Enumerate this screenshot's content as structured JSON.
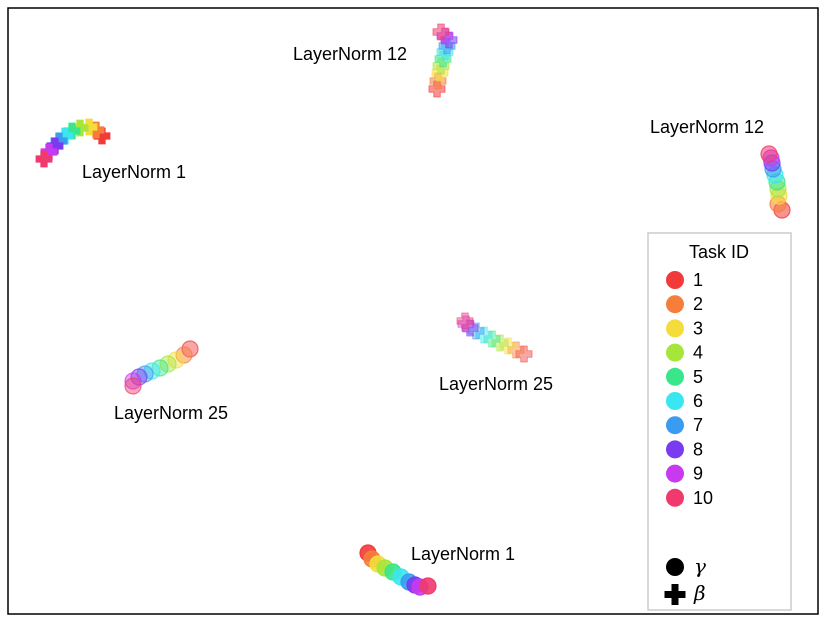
{
  "chart_data": {
    "type": "scatter",
    "title": "",
    "xlabel": "",
    "ylabel": "",
    "grid": false,
    "axes_ticks": false,
    "legend": {
      "title": "Task ID",
      "placement": "right",
      "tasks": [
        {
          "label": "1",
          "color": "#f23a3a"
        },
        {
          "label": "2",
          "color": "#f47e3a"
        },
        {
          "label": "3",
          "color": "#f4dc3a"
        },
        {
          "label": "4",
          "color": "#a6e63a"
        },
        {
          "label": "5",
          "color": "#3ae68a"
        },
        {
          "label": "6",
          "color": "#3ae6f0"
        },
        {
          "label": "7",
          "color": "#3a9cf0"
        },
        {
          "label": "8",
          "color": "#7a3af0"
        },
        {
          "label": "9",
          "color": "#c83af0"
        },
        {
          "label": "10",
          "color": "#f03a6e"
        }
      ],
      "markers": [
        {
          "shape": "circle",
          "label": "γ"
        },
        {
          "shape": "plus",
          "label": "β"
        }
      ]
    },
    "clusters": [
      {
        "label": "LayerNorm 1",
        "marker": "plus",
        "alpha": 1.0,
        "points": [
          [
            102,
            136
          ],
          [
            96,
            130
          ],
          [
            89,
            127
          ],
          [
            80,
            128
          ],
          [
            72,
            131
          ],
          [
            65,
            136
          ],
          [
            59,
            141
          ],
          [
            55,
            146
          ],
          [
            49,
            152
          ],
          [
            44,
            159
          ]
        ]
      },
      {
        "label": "LayerNorm 12",
        "marker": "plus",
        "alpha": 0.55,
        "points": [
          [
            437,
            89
          ],
          [
            438,
            81
          ],
          [
            440,
            73
          ],
          [
            441,
            66
          ],
          [
            443,
            59
          ],
          [
            445,
            52
          ],
          [
            447,
            46
          ],
          [
            449,
            40
          ],
          [
            445,
            36
          ],
          [
            441,
            32
          ]
        ]
      },
      {
        "label": "LayerNorm 12",
        "marker": "circle",
        "alpha": 0.55,
        "points": [
          [
            782,
            210
          ],
          [
            778,
            204
          ],
          [
            779,
            196
          ],
          [
            778,
            189
          ],
          [
            777,
            182
          ],
          [
            775,
            175
          ],
          [
            773,
            169
          ],
          [
            772,
            163
          ],
          [
            771,
            158
          ],
          [
            769,
            154
          ]
        ]
      },
      {
        "label": "LayerNorm 25",
        "marker": "circle",
        "alpha": 0.45,
        "points": [
          [
            190,
            349
          ],
          [
            184,
            355
          ],
          [
            176,
            360
          ],
          [
            168,
            364
          ],
          [
            160,
            368
          ],
          [
            152,
            371
          ],
          [
            145,
            374
          ],
          [
            139,
            377
          ],
          [
            133,
            381
          ],
          [
            133,
            386
          ]
        ]
      },
      {
        "label": "LayerNorm 25",
        "marker": "plus",
        "alpha": 0.45,
        "points": [
          [
            524,
            354
          ],
          [
            516,
            350
          ],
          [
            508,
            346
          ],
          [
            500,
            343
          ],
          [
            492,
            339
          ],
          [
            484,
            335
          ],
          [
            476,
            331
          ],
          [
            470,
            328
          ],
          [
            466,
            324
          ],
          [
            465,
            321
          ]
        ]
      },
      {
        "label": "LayerNorm 1",
        "marker": "circle",
        "alpha": 0.9,
        "points": [
          [
            368,
            553
          ],
          [
            372,
            559
          ],
          [
            378,
            564
          ],
          [
            385,
            568
          ],
          [
            393,
            572
          ],
          [
            401,
            577
          ],
          [
            409,
            582
          ],
          [
            415,
            585
          ],
          [
            420,
            587
          ],
          [
            428,
            586
          ]
        ]
      }
    ]
  }
}
